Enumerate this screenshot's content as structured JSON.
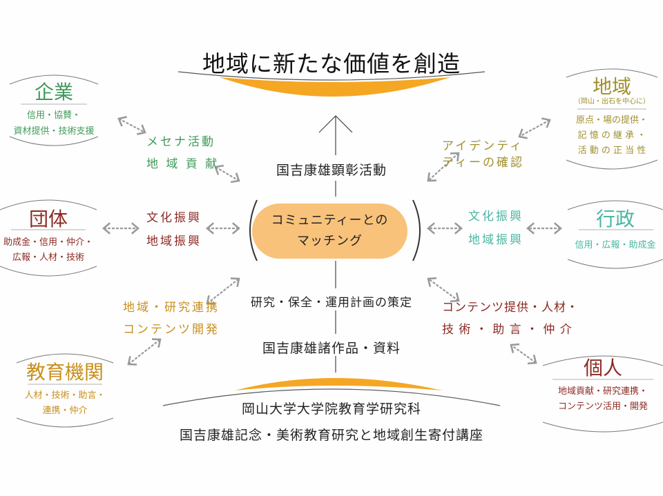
{
  "title": "地域に新たな価値を創造",
  "center": {
    "top_label": "国吉康雄顕彰活動",
    "pill_lines": [
      "コミュニティーとの",
      "マッチング"
    ],
    "mid_label": "研究・保全・運用計画の策定",
    "bottom_label": "国吉康雄諸作品・資料",
    "base_lines": [
      "岡山大学大学院教育学研究科",
      "国吉康雄記念・美術教育研究と地域創生寄付講座"
    ]
  },
  "nodes": {
    "kigyo": {
      "title": "企業",
      "desc": [
        "信用・協賛・",
        "資材提供・技術支援"
      ]
    },
    "dantai": {
      "title": "団体",
      "desc": [
        "助成金・信用・仲介・",
        "広報・人材・技術"
      ]
    },
    "kyoiku": {
      "title": "教育機関",
      "desc": [
        "人材・技術・助言・",
        "連携・仲介"
      ]
    },
    "chiiki": {
      "title": "地域",
      "subtitle": "（岡山・出石を中心に）",
      "desc": [
        "原点・場の提供・",
        "記 憶 の 継 承 ・",
        "活 動 の 正 当 性"
      ]
    },
    "gyosei": {
      "title": "行政",
      "desc": [
        "信用・広報・助成金"
      ]
    },
    "kojin": {
      "title": "個人",
      "desc": [
        "地域貢献・研究連携・",
        "コンテンツ活用・開発"
      ]
    }
  },
  "labels": {
    "kigyo": [
      "メセナ活動",
      "地 域 貢 献"
    ],
    "dantai": [
      "文化振興",
      "地域振興"
    ],
    "kyoiku": [
      "地域・研究連携",
      "コンテンツ開発"
    ],
    "chiiki": [
      "アイデンティ",
      "ティーの確認"
    ],
    "gyosei": [
      "文化振興",
      "地域振興"
    ],
    "kojin": [
      "コンテンツ提供・人材・",
      "技 術 ・ 助 言 ・ 仲 介"
    ]
  },
  "colors": {
    "orange": "#f5a623",
    "pill": "#f8c27a",
    "arrow": "#9a9a9a",
    "green": "#3f9a5a",
    "olive": "#a08f2d",
    "maroon": "#8c2a23",
    "teal": "#49b6a3",
    "ochre": "#c98f1d"
  }
}
